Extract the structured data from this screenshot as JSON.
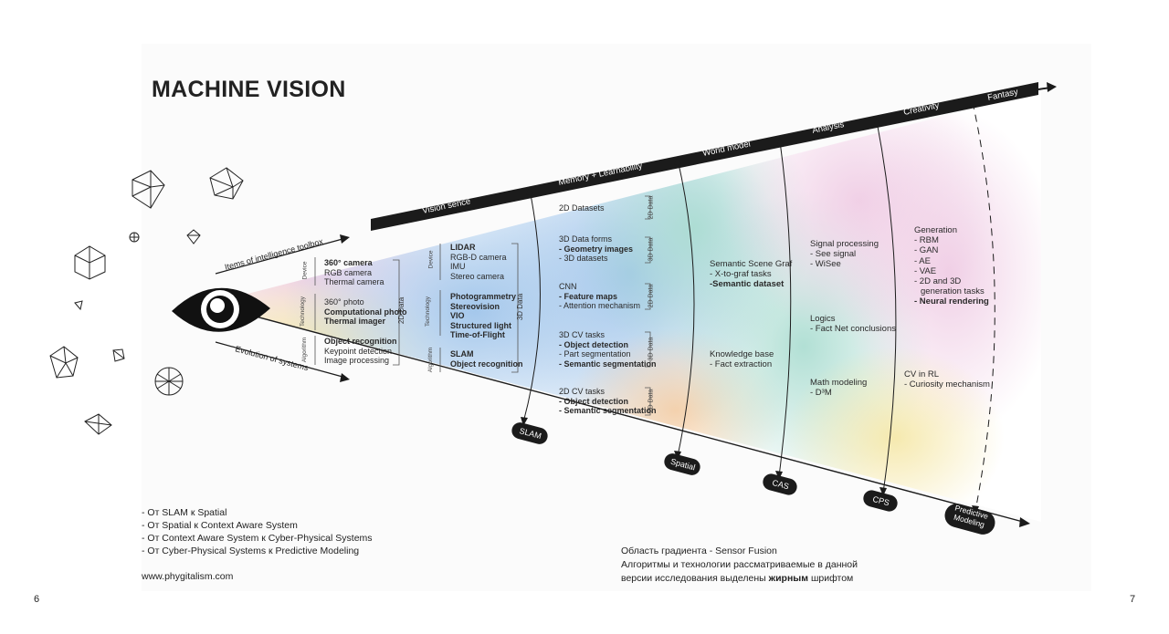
{
  "title": "MACHINE VISION",
  "top_axis": {
    "stages": [
      "Vision sence",
      "Memory + Learnability",
      "World model",
      "Analysis",
      "Creativity",
      "Fantasy"
    ]
  },
  "bottom_axis": {
    "stages": [
      "SLAM",
      "Spatial",
      "CAS",
      "CPS",
      "Predictive Modeling"
    ]
  },
  "arrows": {
    "upper": "Items of intelligence toolbox",
    "lower": "Evolution of systems"
  },
  "group1": {
    "device_label": "Device",
    "device_items": [
      "360° camera",
      "RGB camera",
      "Thermal camera"
    ],
    "technology_label": "Technology",
    "technology_items": [
      "360° photo",
      "Computational photo",
      "Thermal imager"
    ],
    "algorithm_label": "Algorithm",
    "algorithm_items": [
      "Object recognition",
      "Keypoint detection",
      "Image processing"
    ],
    "bracket_label": "2D Data"
  },
  "group2": {
    "device_label": "Device",
    "device_items": [
      "LIDAR",
      "RGB-D camera",
      "IMU",
      "Stereo camera"
    ],
    "technology_label": "Technology",
    "technology_items": [
      "Photogrammetry",
      "Stereovision",
      "VIO",
      "Structured light",
      "Time-of-Flight"
    ],
    "algorithm_label": "Algorithm",
    "algorithm_items": [
      "SLAM",
      "Object recognition"
    ],
    "bracket_label": "3D Data"
  },
  "group3": {
    "blocks": [
      {
        "lines": [
          "2D Datasets"
        ],
        "bracket": "2D Data"
      },
      {
        "lines": [
          "3D Data forms",
          "- Geometry images",
          "- 3D datasets"
        ],
        "bracket": "3D Data"
      },
      {
        "lines": [
          "CNN",
          "- Feature maps",
          "- Attention mechanism"
        ],
        "bracket": "2D Data"
      },
      {
        "lines": [
          "3D CV tasks",
          "- Object detection",
          "- Part segmentation",
          "- Semantic segmentation"
        ],
        "bracket": "3D Data"
      },
      {
        "lines": [
          "2D CV tasks",
          "- Object detection",
          "- Semantic segmentation"
        ],
        "bracket": "2D Data"
      }
    ]
  },
  "group4": {
    "a": [
      "Semantic Scene Graf",
      "- X-to-graf tasks",
      "-Semantic dataset"
    ],
    "b": [
      "Knowledge base",
      "- Fact extraction"
    ]
  },
  "group5": {
    "a": [
      "Signal processing",
      "- See signal",
      "- WiSee"
    ],
    "b": [
      "Logics",
      "- Fact Net conclusions"
    ],
    "c": [
      "Math modeling",
      "- D³M"
    ]
  },
  "group6": {
    "a": [
      "Generation",
      "- RBM",
      "- GAN",
      "- AE",
      "- VAE",
      "- 2D and 3D",
      "generation tasks",
      "- Neural rendering"
    ],
    "b": [
      "CV in RL",
      "- Curiosity mechanism"
    ]
  },
  "bottom_list": [
    "- От SLAM к Spatial",
    "- От Spatial к Context Aware System",
    "- От Context Aware System к Cyber-Physical Systems",
    "- От Cyber-Physical Systems к Predictive Modeling"
  ],
  "website": "www.phygitalism.com",
  "notes": {
    "line1": "Область градиента - Sensor Fusion",
    "line2": "Алгоритмы и технологии рассматриваемые в данной",
    "line3_prefix": "версии исследования выделены ",
    "line3_bold": "жирным",
    "line3_suffix": " шрифтом"
  },
  "page_numbers": {
    "left": "6",
    "right": "7"
  },
  "colors": {
    "band": "#1b1b1b",
    "accent": "#111111"
  }
}
